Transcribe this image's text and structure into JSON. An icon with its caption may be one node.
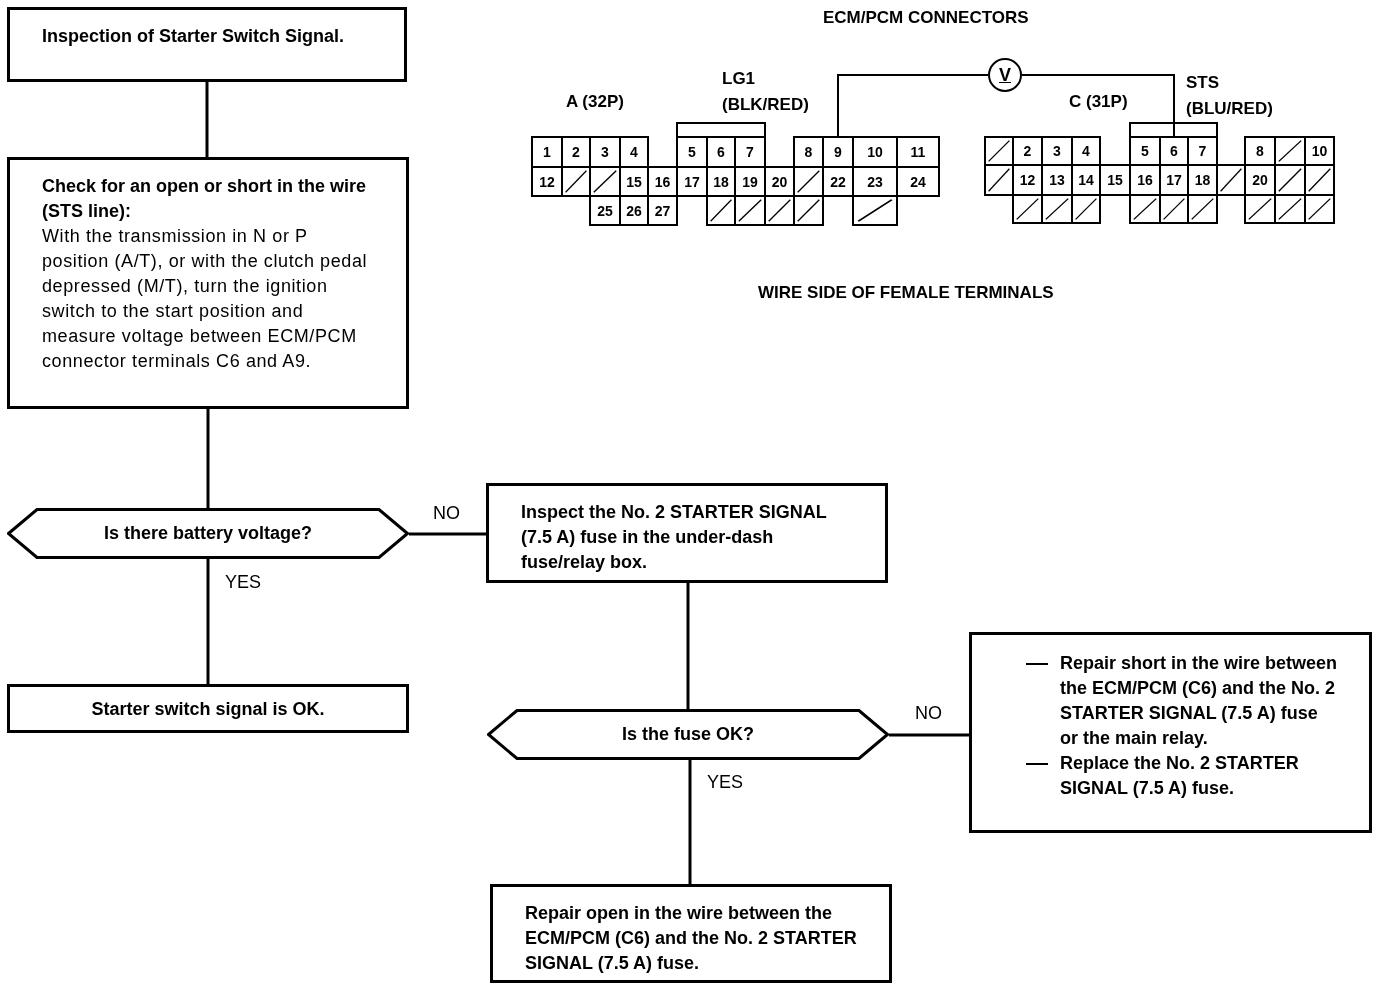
{
  "diagram": {
    "nodes": [
      {
        "text": [
          "Inspection of Starter Switch Signal."
        ]
      },
      {
        "text": [
          "Check for an open or short in the wire (STS line):",
          "With the transmission in N or P position (A/T), or with the clutch pedal depressed (M/T), turn the ignition switch to the start position and measure voltage between ECM/PCM connector terminals C6 and A9."
        ]
      },
      {
        "text": [
          "Is there battery voltage?"
        ]
      },
      {
        "text": [
          "Starter switch signal is OK."
        ]
      },
      {
        "text": [
          "Inspect the No. 2 STARTER SIGNAL (7.5 A) fuse in the under-dash fuse/relay box."
        ]
      },
      {
        "text": [
          "Is the fuse OK?"
        ]
      },
      {
        "text": [
          "Repair short in the wire between the ECM/PCM (C6) and the No. 2 STARTER SIGNAL (7.5 A) fuse or the main relay.",
          "Replace the No. 2 STARTER SIGNAL (7.5 A) fuse."
        ]
      },
      {
        "text": [
          "Repair open in the wire between the ECM/PCM (C6) and the No. 2 STARTER SIGNAL (7.5 A) fuse."
        ]
      },
      {
        "text": [
          "V"
        ]
      },
      {
        "text": [
          "9"
        ]
      },
      {
        "text": [
          "6"
        ]
      }
    ],
    "edges": [
      {
        "from": 0,
        "to": 1,
        "arrow": "none"
      },
      {
        "from": 1,
        "to": 2,
        "arrow": "none"
      },
      {
        "from": 2,
        "to": 4,
        "label": "NO",
        "arrow": "none"
      },
      {
        "from": 2,
        "to": 3,
        "label": "YES",
        "arrow": "none"
      },
      {
        "from": 4,
        "to": 5,
        "arrow": "none"
      },
      {
        "from": 5,
        "to": 6,
        "label": "NO",
        "arrow": "none"
      },
      {
        "from": 5,
        "to": 7,
        "label": "YES",
        "arrow": "none"
      },
      {
        "from": 8,
        "to": 9,
        "arrow": "none"
      },
      {
        "from": 8,
        "to": 10,
        "arrow": "none"
      }
    ],
    "labels": [
      "ECM/PCM CONNECTORS",
      "LG1 (BLK/RED)",
      "STS (BLU/RED)",
      "A (32P)",
      "C (31P)",
      "1",
      "2",
      "3",
      "4",
      "5",
      "6",
      "7",
      "8",
      "10",
      "11",
      "12",
      "15",
      "16",
      "17",
      "18",
      "19",
      "20",
      "22",
      "23",
      "24",
      "25",
      "26",
      "27",
      "2",
      "3",
      "4",
      "5",
      "7",
      "8",
      "10",
      "12",
      "13",
      "14",
      "15",
      "16",
      "17",
      "18",
      "20",
      "WIRE SIDE OF FEMALE TERMINALS"
    ]
  }
}
